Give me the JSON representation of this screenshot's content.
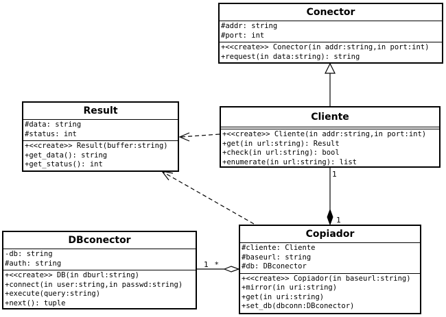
{
  "classes": {
    "conector": {
      "name": "Conector",
      "attributes": [
        "#addr: string",
        "#port: int"
      ],
      "operations": [
        "+<<create>> Conector(in addr:string,in port:int)",
        "+request(in data:string): string"
      ]
    },
    "result": {
      "name": "Result",
      "attributes": [
        "#data: string",
        "#status: int"
      ],
      "operations": [
        "+<<create>> Result(buffer:string)",
        "+get_data(): string",
        "+get_status(): int"
      ]
    },
    "cliente": {
      "name": "Cliente",
      "attributes": [],
      "operations": [
        "+<<create>> Cliente(in addr:string,in port:int)",
        "+get(in url:string): Result",
        "+check(in url:string): bool",
        "+enumerate(in url:string): list"
      ]
    },
    "dbconector": {
      "name": "DBconector",
      "attributes": [
        "-db: string",
        "#auth: string"
      ],
      "operations": [
        "+<<create>> DB(in dburl:string)",
        "+connect(in user:string,in passwd:string)",
        "+execute(query:string)",
        "+next(): tuple"
      ]
    },
    "copiador": {
      "name": "Copiador",
      "attributes": [
        "#cliente: Cliente",
        "#baseurl: string",
        "#db: DBconector"
      ],
      "operations": [
        "+<<create>> Copiador(in baseurl:string)",
        "+mirror(in uri:string)",
        "+get(in uri:string)",
        "+set_db(dbconn:DBconector)"
      ]
    }
  },
  "multiplicities": {
    "cliente_end": "1",
    "copiador_end": "1",
    "db_end": "1",
    "copiador_db_end": "*"
  }
}
